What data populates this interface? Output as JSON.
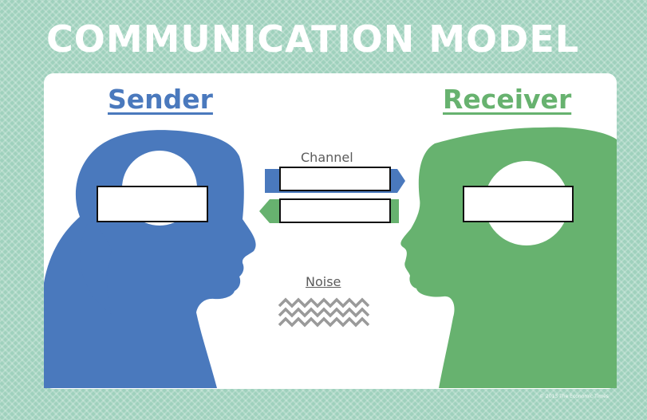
{
  "title": "COMMUNICATION MODEL",
  "sender": {
    "label": "Sender",
    "color": "#4a79bd"
  },
  "receiver": {
    "label": "Receiver",
    "color": "#67b26f"
  },
  "channel": {
    "label": "Channel"
  },
  "noise": {
    "label": "Noise",
    "color": "#9a9a9a"
  },
  "background": {
    "color": "#9fd1bd",
    "panel": "#ffffff"
  },
  "copyright": "© 2013 The Economic Times",
  "blank_boxes": 4
}
